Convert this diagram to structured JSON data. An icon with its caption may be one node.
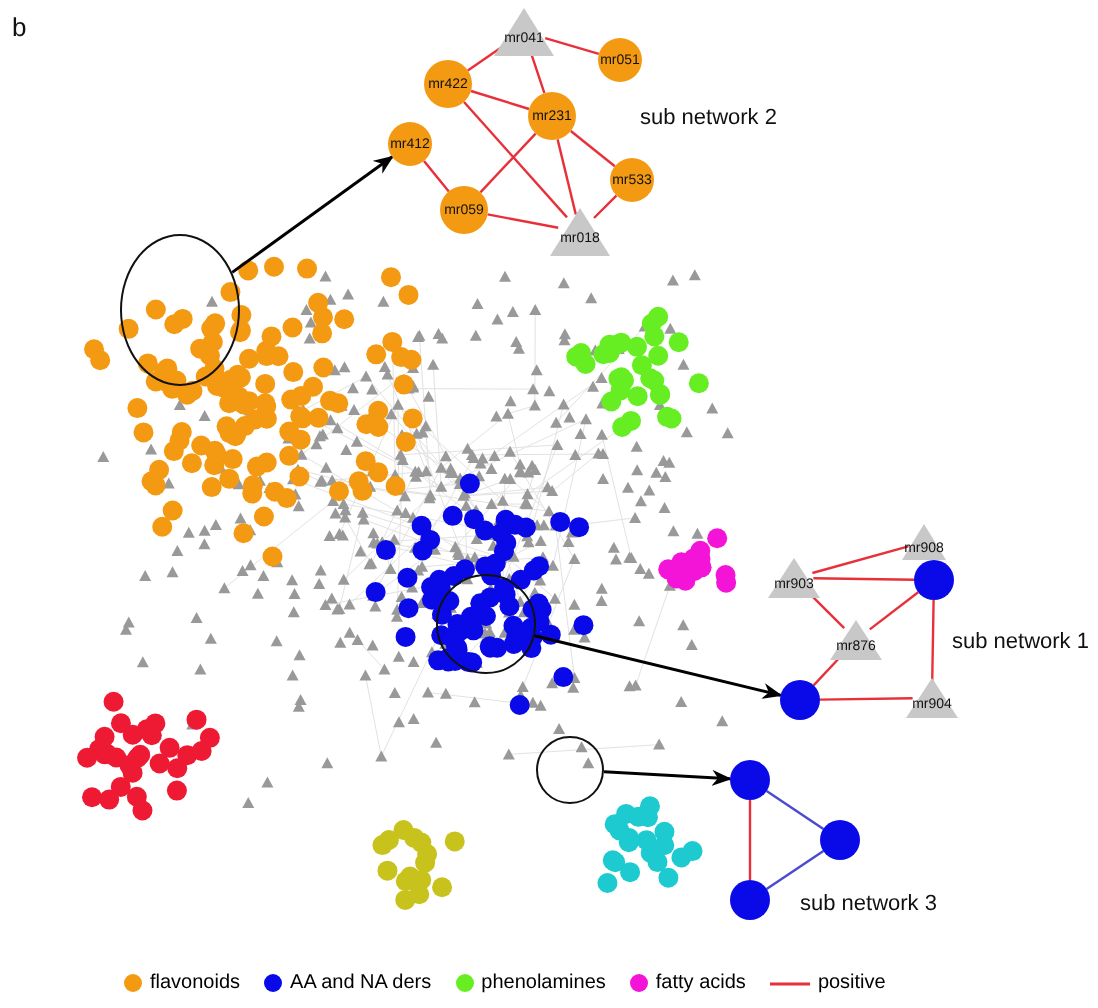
{
  "diagram": {
    "nodes": [
      {
        "text": [],
        "shape": "circle"
      },
      {
        "text": [],
        "shape": "circle"
      },
      {
        "text": [],
        "shape": "circle"
      },
      {
        "text": [
          "mr041"
        ]
      },
      {
        "text": [
          "mr051"
        ]
      },
      {
        "text": [
          "mr422"
        ]
      },
      {
        "text": [
          "mr231"
        ]
      },
      {
        "text": [
          "mr412"
        ]
      },
      {
        "text": [
          "mr059"
        ]
      },
      {
        "text": [
          "mr533"
        ]
      },
      {
        "text": [
          "mr018"
        ]
      },
      {
        "text": [
          "mr908"
        ]
      },
      {
        "text": [
          "mr903"
        ]
      },
      {
        "text": [],
        "shape": "circle"
      },
      {
        "text": [
          "mr876"
        ]
      },
      {
        "text": [],
        "shape": "circle"
      },
      {
        "text": [
          "mr904"
        ]
      },
      {
        "text": [],
        "shape": "circle"
      },
      {
        "text": [],
        "shape": "circle"
      },
      {
        "text": [],
        "shape": "circle"
      }
    ],
    "edges": [
      {
        "from": 0,
        "to": 7,
        "arrow": "to",
        "color": "#000000"
      },
      {
        "from": 1,
        "to": 15,
        "arrow": "to",
        "color": "#000000"
      },
      {
        "from": 2,
        "to": 17,
        "arrow": "to",
        "color": "#000000"
      },
      {
        "from": 3,
        "to": 4,
        "arrow": "none"
      },
      {
        "from": 3,
        "to": 5,
        "arrow": "none"
      },
      {
        "from": 3,
        "to": 6,
        "arrow": "none"
      },
      {
        "from": 5,
        "to": 6,
        "arrow": "none"
      },
      {
        "from": 5,
        "to": 10,
        "arrow": "none"
      },
      {
        "from": 6,
        "to": 8,
        "arrow": "none"
      },
      {
        "from": 6,
        "to": 10,
        "arrow": "none"
      },
      {
        "from": 6,
        "to": 9,
        "arrow": "none"
      },
      {
        "from": 7,
        "to": 8,
        "arrow": "none"
      },
      {
        "from": 8,
        "to": 10,
        "arrow": "none"
      },
      {
        "from": 9,
        "to": 10,
        "arrow": "none"
      },
      {
        "from": 11,
        "to": 12,
        "arrow": "none"
      },
      {
        "from": 12,
        "to": 13,
        "arrow": "none"
      },
      {
        "from": 12,
        "to": 14,
        "arrow": "none"
      },
      {
        "from": 14,
        "to": 13,
        "arrow": "none"
      },
      {
        "from": 14,
        "to": 15,
        "arrow": "none"
      },
      {
        "from": 15,
        "to": 16,
        "arrow": "none"
      },
      {
        "from": 13,
        "to": 16,
        "arrow": "none"
      },
      {
        "from": 17,
        "to": 19,
        "arrow": "none"
      },
      {
        "from": 17,
        "to": 18,
        "arrow": "none",
        "color": "#4a4ad0"
      },
      {
        "from": 18,
        "to": 19,
        "arrow": "none",
        "color": "#4a4ad0"
      }
    ],
    "labels": [
      "b",
      "sub network 2",
      "sub network 1",
      "sub network 3"
    ],
    "legend": [
      {
        "text": "flavonoids",
        "color": "#f39a12"
      },
      {
        "text": "AA and NA ders",
        "color": "#0a0ae8"
      },
      {
        "text": "phenolamines",
        "color": "#66ee22"
      },
      {
        "text": "fatty acids",
        "color": "#f414d8"
      },
      {
        "text": "positive"
      }
    ]
  }
}
